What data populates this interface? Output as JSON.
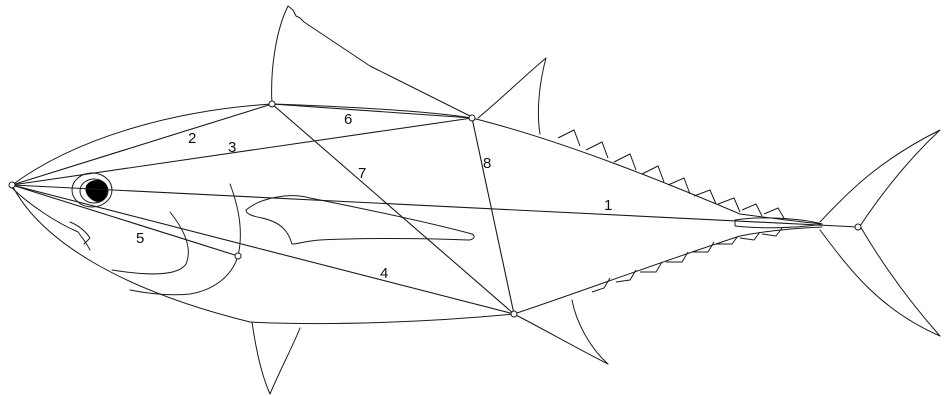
{
  "diagram": {
    "measurement_labels": [
      {
        "id": "1",
        "text": "1"
      },
      {
        "id": "2",
        "text": "2"
      },
      {
        "id": "3",
        "text": "3"
      },
      {
        "id": "4",
        "text": "4"
      },
      {
        "id": "5",
        "text": "5"
      },
      {
        "id": "6",
        "text": "6"
      },
      {
        "id": "7",
        "text": "7"
      },
      {
        "id": "8",
        "text": "8"
      }
    ]
  }
}
